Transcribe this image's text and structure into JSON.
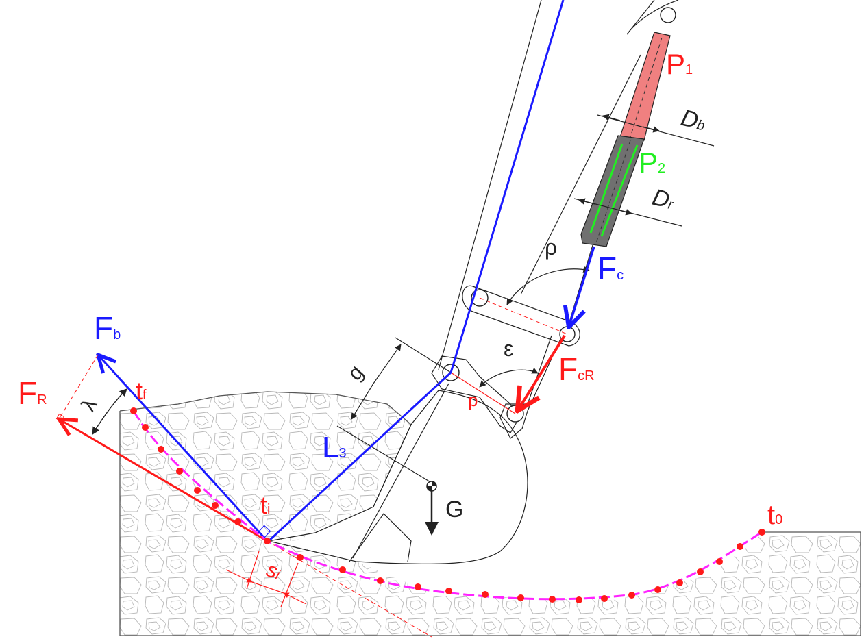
{
  "labels": {
    "P": "P",
    "P1_sub": "1",
    "P2_sub": "2",
    "D": "D",
    "Db_sub": "b",
    "Dr_sub": "r",
    "rho": "ρ",
    "F": "F",
    "Fc_sub": "c",
    "FcR_sub": "cR",
    "Fb_sub": "b",
    "FR_sub": "R",
    "epsilon": "ε",
    "p": "p",
    "g": "g",
    "L": "L",
    "L3_sub": "3",
    "G": "G",
    "t": "t",
    "t0_sub": "0",
    "tf_sub": "f",
    "ti_sub": "i",
    "lambda": "λ",
    "s": "s",
    "si_sub": "i"
  },
  "colors": {
    "red": "#ff1a1a",
    "blue": "#1a1aff",
    "green": "#22ee22",
    "magenta": "#ff22ff",
    "black": "#222222",
    "rock": "#b8b8b8",
    "piston_fill": "#f08080",
    "rod_fill": "#707070"
  }
}
